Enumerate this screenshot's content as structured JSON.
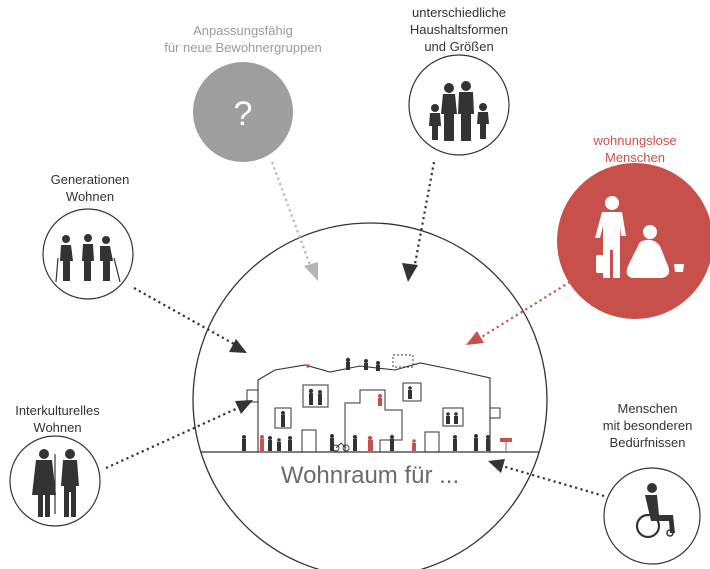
{
  "labels": {
    "adaptable": "Anpassungsfähig\nfür neue Bewohnergruppen",
    "households": "unterschiedliche\nHaushaltsformen\nund Größen",
    "homeless": "wohnungslose\nMenschen",
    "generations": "Generationen\nWohnen",
    "intercultural": "Interkulturelles\nWohnen",
    "special_needs": "Menschen\nmit besonderen\nBedürfnissen"
  },
  "question_mark": "?",
  "center_text": "Wohnraum für ...",
  "colors": {
    "dark": "#333333",
    "grey_circle": "#9e9e9e",
    "grey_arrow": "#b5b5b5",
    "accent_red": "#c8504a",
    "text_grey": "#6b6b6b"
  },
  "icons": [
    "question-icon",
    "family-icon",
    "homeless-people-icon",
    "elderly-people-icon",
    "intercultural-couple-icon",
    "wheelchair-user-icon",
    "housing-building-icon"
  ]
}
